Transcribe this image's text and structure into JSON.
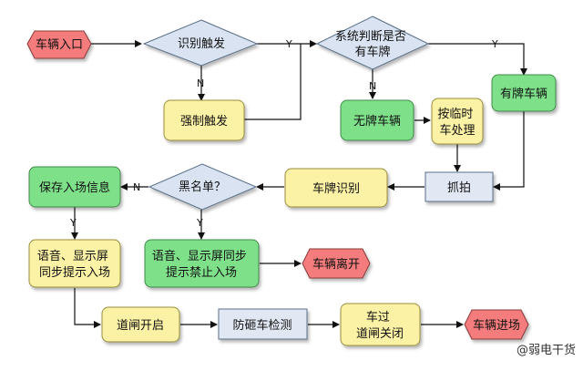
{
  "nodes": {
    "vehicle_entry": "车辆入口",
    "recognition_trigger": "识别触发",
    "system_plate_check": [
      "系统判断是否",
      "有车牌"
    ],
    "has_plate": "有牌车辆",
    "forced_trigger": "强制触发",
    "no_plate": "无牌车辆",
    "temp_car": [
      "按临时",
      "车处理"
    ],
    "capture": "抓拍",
    "plate_recognition": "车牌识别",
    "blacklist": "黑名单？",
    "save_entry": "保存入场信息",
    "voice_entry": [
      "语音、显示屏",
      "同步提示入场"
    ],
    "voice_forbid": [
      "语音、显示屏同步",
      "提示禁止入场"
    ],
    "vehicle_leave": "车辆离开",
    "gate_open": "道闸开启",
    "anti_smash": "防砸车检测",
    "gate_close": [
      "车过",
      "道闸关闭"
    ],
    "vehicle_in": "车辆进场"
  },
  "edge_labels": {
    "recog_no": "N",
    "recog_yes": "Y",
    "plate_no": "N",
    "plate_yes": "Y",
    "black_no": "N",
    "black_yes": "Y",
    "save_yes": "Y"
  },
  "watermark": "@弱电干货",
  "colors": {
    "red_node": "#f47b7b",
    "diamond": "#d9e3f1",
    "yellow_node": "#fcf2a6",
    "green_node": "#7fe08a",
    "blue_node": "#e2e8f3",
    "stroke": "#5a6f8a"
  }
}
